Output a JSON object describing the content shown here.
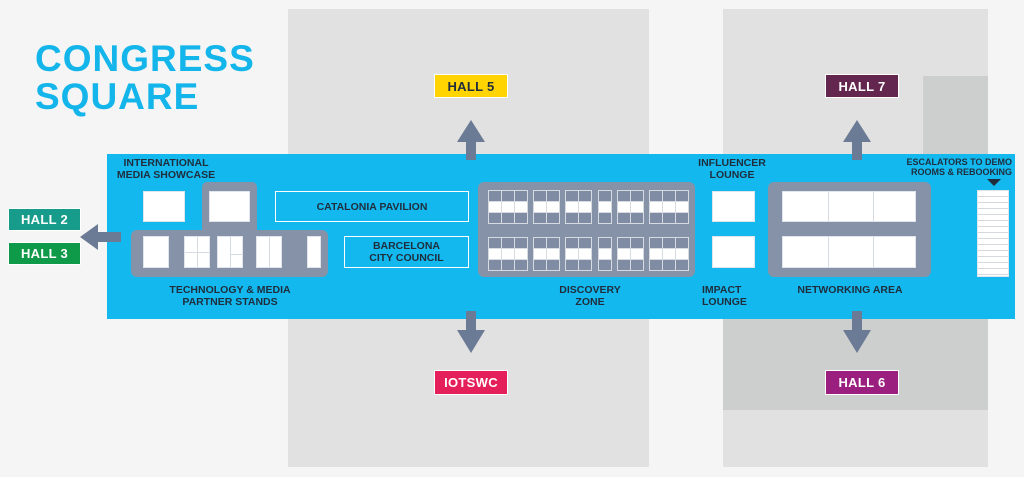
{
  "map": {
    "title_line1": "CONGRESS",
    "title_line2": "SQUARE",
    "colors": {
      "accent_blue": "#13b9ee",
      "stand_gray": "#8692a8",
      "hall2": "#179c8c",
      "hall3": "#0f9a4a",
      "hall5": "#ffd400",
      "hall7": "#63264e",
      "iotswc": "#e41f5a",
      "hall6": "#9b1f7f"
    },
    "halls": {
      "hall2": "HALL 2",
      "hall3": "HALL 3",
      "hall5": "HALL 5",
      "hall7": "HALL 7",
      "iotswc": "IOTSWC",
      "hall6": "HALL 6"
    },
    "areas": {
      "international_media_showcase": "INTERNATIONAL\nMEDIA SHOWCASE",
      "tech_media_partner_stands": "TECHNOLOGY & MEDIA\nPARTNER STANDS",
      "catalonia_pavilion": "CATALONIA PAVILION",
      "barcelona_city_council": "BARCELONA\nCITY COUNCIL",
      "discovery_zone": "DISCOVERY\nZONE",
      "influencer_lounge": "INFLUENCER\nLOUNGE",
      "impact_lounge": "IMPACT\nLOUNGE",
      "networking_area": "NETWORKING AREA",
      "escalators": "ESCALATORS TO DEMO\nROOMS & REBOOKING"
    },
    "icons": {
      "arrow_left": "arrow-left-icon",
      "arrow_up": "arrow-up-icon",
      "arrow_down": "arrow-down-icon",
      "escalator_marker": "triangle-down-icon"
    }
  }
}
